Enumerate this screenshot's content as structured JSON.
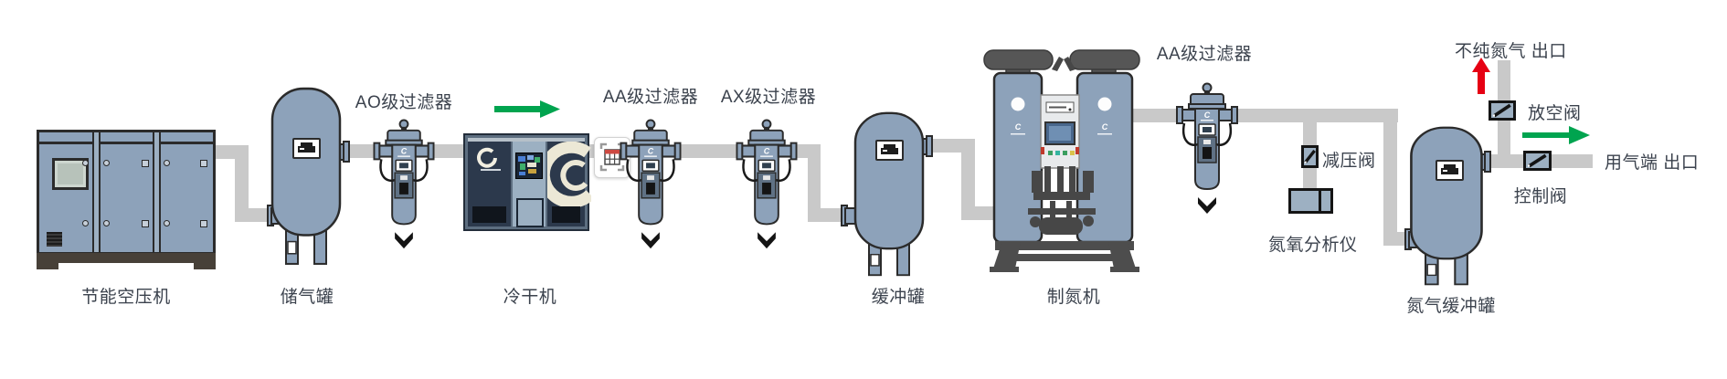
{
  "diagram": {
    "type": "process-flow",
    "subject": "nitrogen generation system flow diagram"
  },
  "labels": {
    "compressor": "节能空压机",
    "air_tank": "储气罐",
    "ao_filter": "AO级过滤器",
    "dryer": "冷干机",
    "aa_filter_1": "AA级过滤器",
    "ax_filter": "AX级过滤器",
    "buffer_tank": "缓冲罐",
    "n2_generator": "制氮机",
    "aa_filter_2": "AA级过滤器",
    "reducing_valve": "减压阀",
    "analyzer": "氮氧分析仪",
    "n2_buffer_tank": "氮气缓冲罐",
    "impure_outlet": "不纯氮气 出口",
    "vent_valve": "放空阀",
    "gas_outlet": "用气端 出口",
    "control_valve": "控制阀"
  },
  "icons": {
    "flow_arrow_1": "green-right-arrow",
    "flow_arrow_2": "green-right-arrow",
    "vent_arrow": "red-up-arrow",
    "drain_arrow": "black-down-chevron",
    "overlay": "table-capture-icon"
  },
  "colors": {
    "equipment": "#8da2ba",
    "pipe": "#c9c9c9",
    "text": "#3b424d",
    "flow_green": "#00a44f",
    "vent_red": "#e60013",
    "outline": "#2b2b2b",
    "dryer_panel": "#2c394c",
    "crescent": "#ece8d6"
  }
}
